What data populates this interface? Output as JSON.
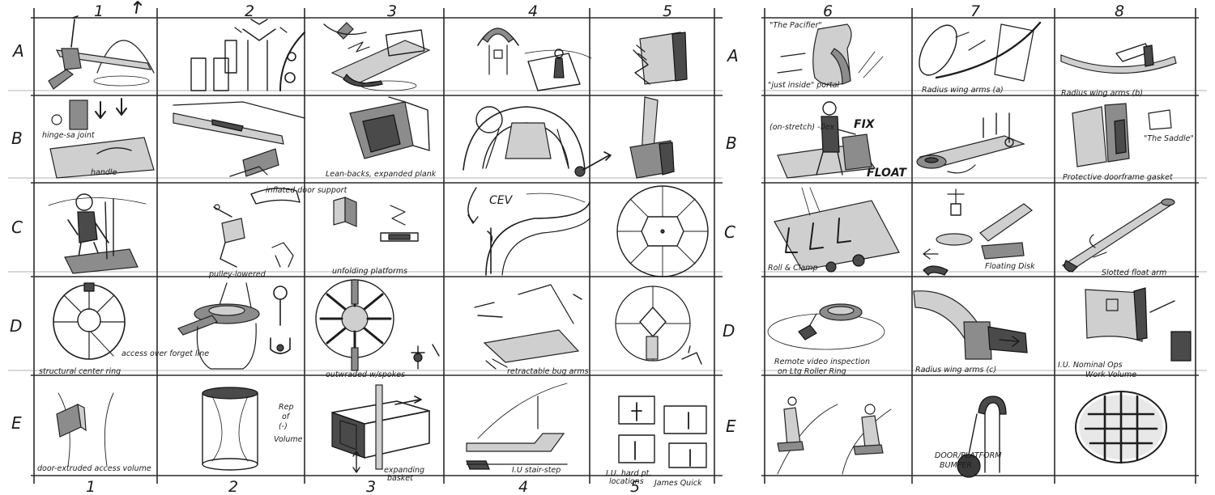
{
  "columns_left": [
    "1",
    "2",
    "3",
    "4",
    "5"
  ],
  "columns_right": [
    "6",
    "7",
    "8"
  ],
  "columns_bottom": [
    "1",
    "2",
    "3",
    "4",
    "5"
  ],
  "rows": [
    "A",
    "B",
    "C",
    "D",
    "E"
  ],
  "captions": {
    "A6_title": "\"The Pacifier\"",
    "A6_note": "\"just inside\" portal",
    "A7": "Radius wing arms (a)",
    "A8": "Radius wing arms (b)",
    "B1_hinge": "hinge-sa joint",
    "B1_handle": "handle",
    "B3": "Lean-backs, expanded plank",
    "B6_stretch": "(on-stretch) -flex",
    "B6_fix": "FIX",
    "B6_float": "FLOAT",
    "B8_saddle": "\"The Saddle\"",
    "B8": "Protective doorframe gasket",
    "C2_note": "inflated door support",
    "C2": "pulley-lowered",
    "C3": "unfolding platforms",
    "C4_label": "CEV",
    "C6": "Roll & Clamp",
    "C7": "Floating Disk",
    "C8": "Slotted float arm",
    "D1_note": "access over forget line",
    "D1": "structural center ring",
    "D3": "outwraded   w/spokes",
    "D4": "retractable bug arms",
    "D6_line1": "Remote video inspection",
    "D6_line2": "on Ltg Roller Ring",
    "D7": "Radius wing arms (c)",
    "D8_line1": "I.U. Nominal Ops",
    "D8_line2": "Work Volume",
    "E1": "door-extruded access volume",
    "E2_line1": "Rep",
    "E2_line2": "of",
    "E2_line3": "(-)",
    "E2_line4": "Volume",
    "E3_line1": "expanding",
    "E3_line2": "basket",
    "E4": "I.U stair-step",
    "E5_line1": "I.U. hard pt.",
    "E5_line2": "locations",
    "E7_line1": "DOOR/PLATFORM",
    "E7_line2": "BUMPER",
    "signature": "James Quick"
  },
  "colors": {
    "ink": "#1d1d1d",
    "marker_gray": "#8c8c8c",
    "paper": "#ffffff"
  }
}
